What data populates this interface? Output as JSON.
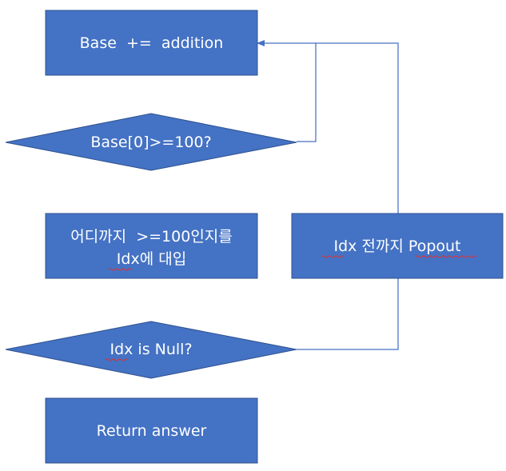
{
  "nodes": {
    "base_add": {
      "label": "Base  +=  addition",
      "shape": "rectangle"
    },
    "check_base": {
      "label": "Base[0]>=100?",
      "shape": "diamond"
    },
    "assign_idx": {
      "label_line1": "어디까지  >=100인지를",
      "label_line2": "Idx에 대입",
      "shape": "rectangle"
    },
    "check_idx": {
      "label": "Idx is Null?",
      "shape": "diamond"
    },
    "return_answer": {
      "label": "Return answer",
      "shape": "rectangle"
    },
    "popout": {
      "label": "Idx 전까지 Popout",
      "shape": "rectangle"
    }
  },
  "edges": [
    {
      "from": "check_base",
      "to": "base_add"
    },
    {
      "from": "check_idx",
      "to": "popout"
    },
    {
      "from": "popout",
      "to": "base_add"
    }
  ],
  "colors": {
    "shape_fill": "#4472C4",
    "shape_border": "#2F528F",
    "connector": "#4472C4",
    "text": "#FFFFFF",
    "spellcheck_underline": "#E03030"
  }
}
